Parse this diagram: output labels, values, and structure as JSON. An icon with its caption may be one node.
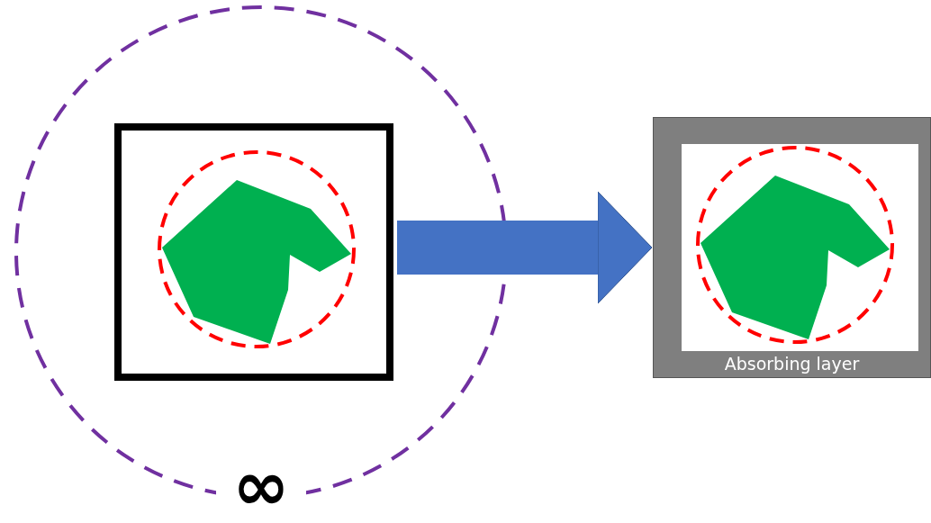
{
  "diagram": {
    "nodes": [
      {
        "text": [],
        "shape": "box"
      },
      {
        "text": [
          "Absorbing layer"
        ]
      }
    ],
    "edges": [
      {
        "from": 0,
        "to": 1,
        "arrow": "to"
      }
    ],
    "labels": [
      "∞"
    ]
  }
}
